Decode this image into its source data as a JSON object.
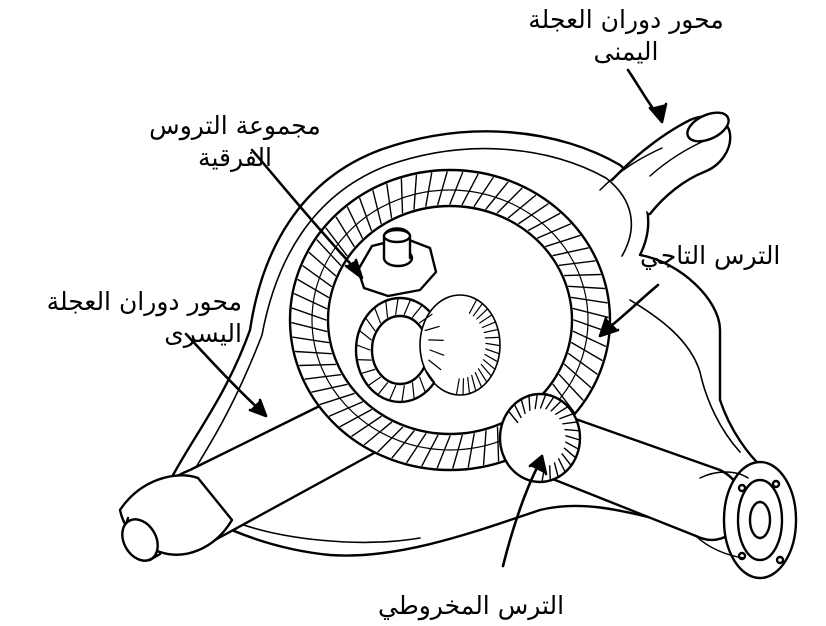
{
  "labels": {
    "right_axle": {
      "line1": "محور دوران العجلة",
      "line2": "اليمنى"
    },
    "differential_gears": {
      "line1": "مجموعة التروس",
      "line2": "الفرقية"
    },
    "ring_gear": "الترس التاجي",
    "left_axle": {
      "line1": "محور دوران العجلة",
      "line2": "اليسرى"
    },
    "pinion_gear": "الترس المخروطي"
  },
  "colors": {
    "ink": "#000000",
    "paper": "#ffffff"
  }
}
